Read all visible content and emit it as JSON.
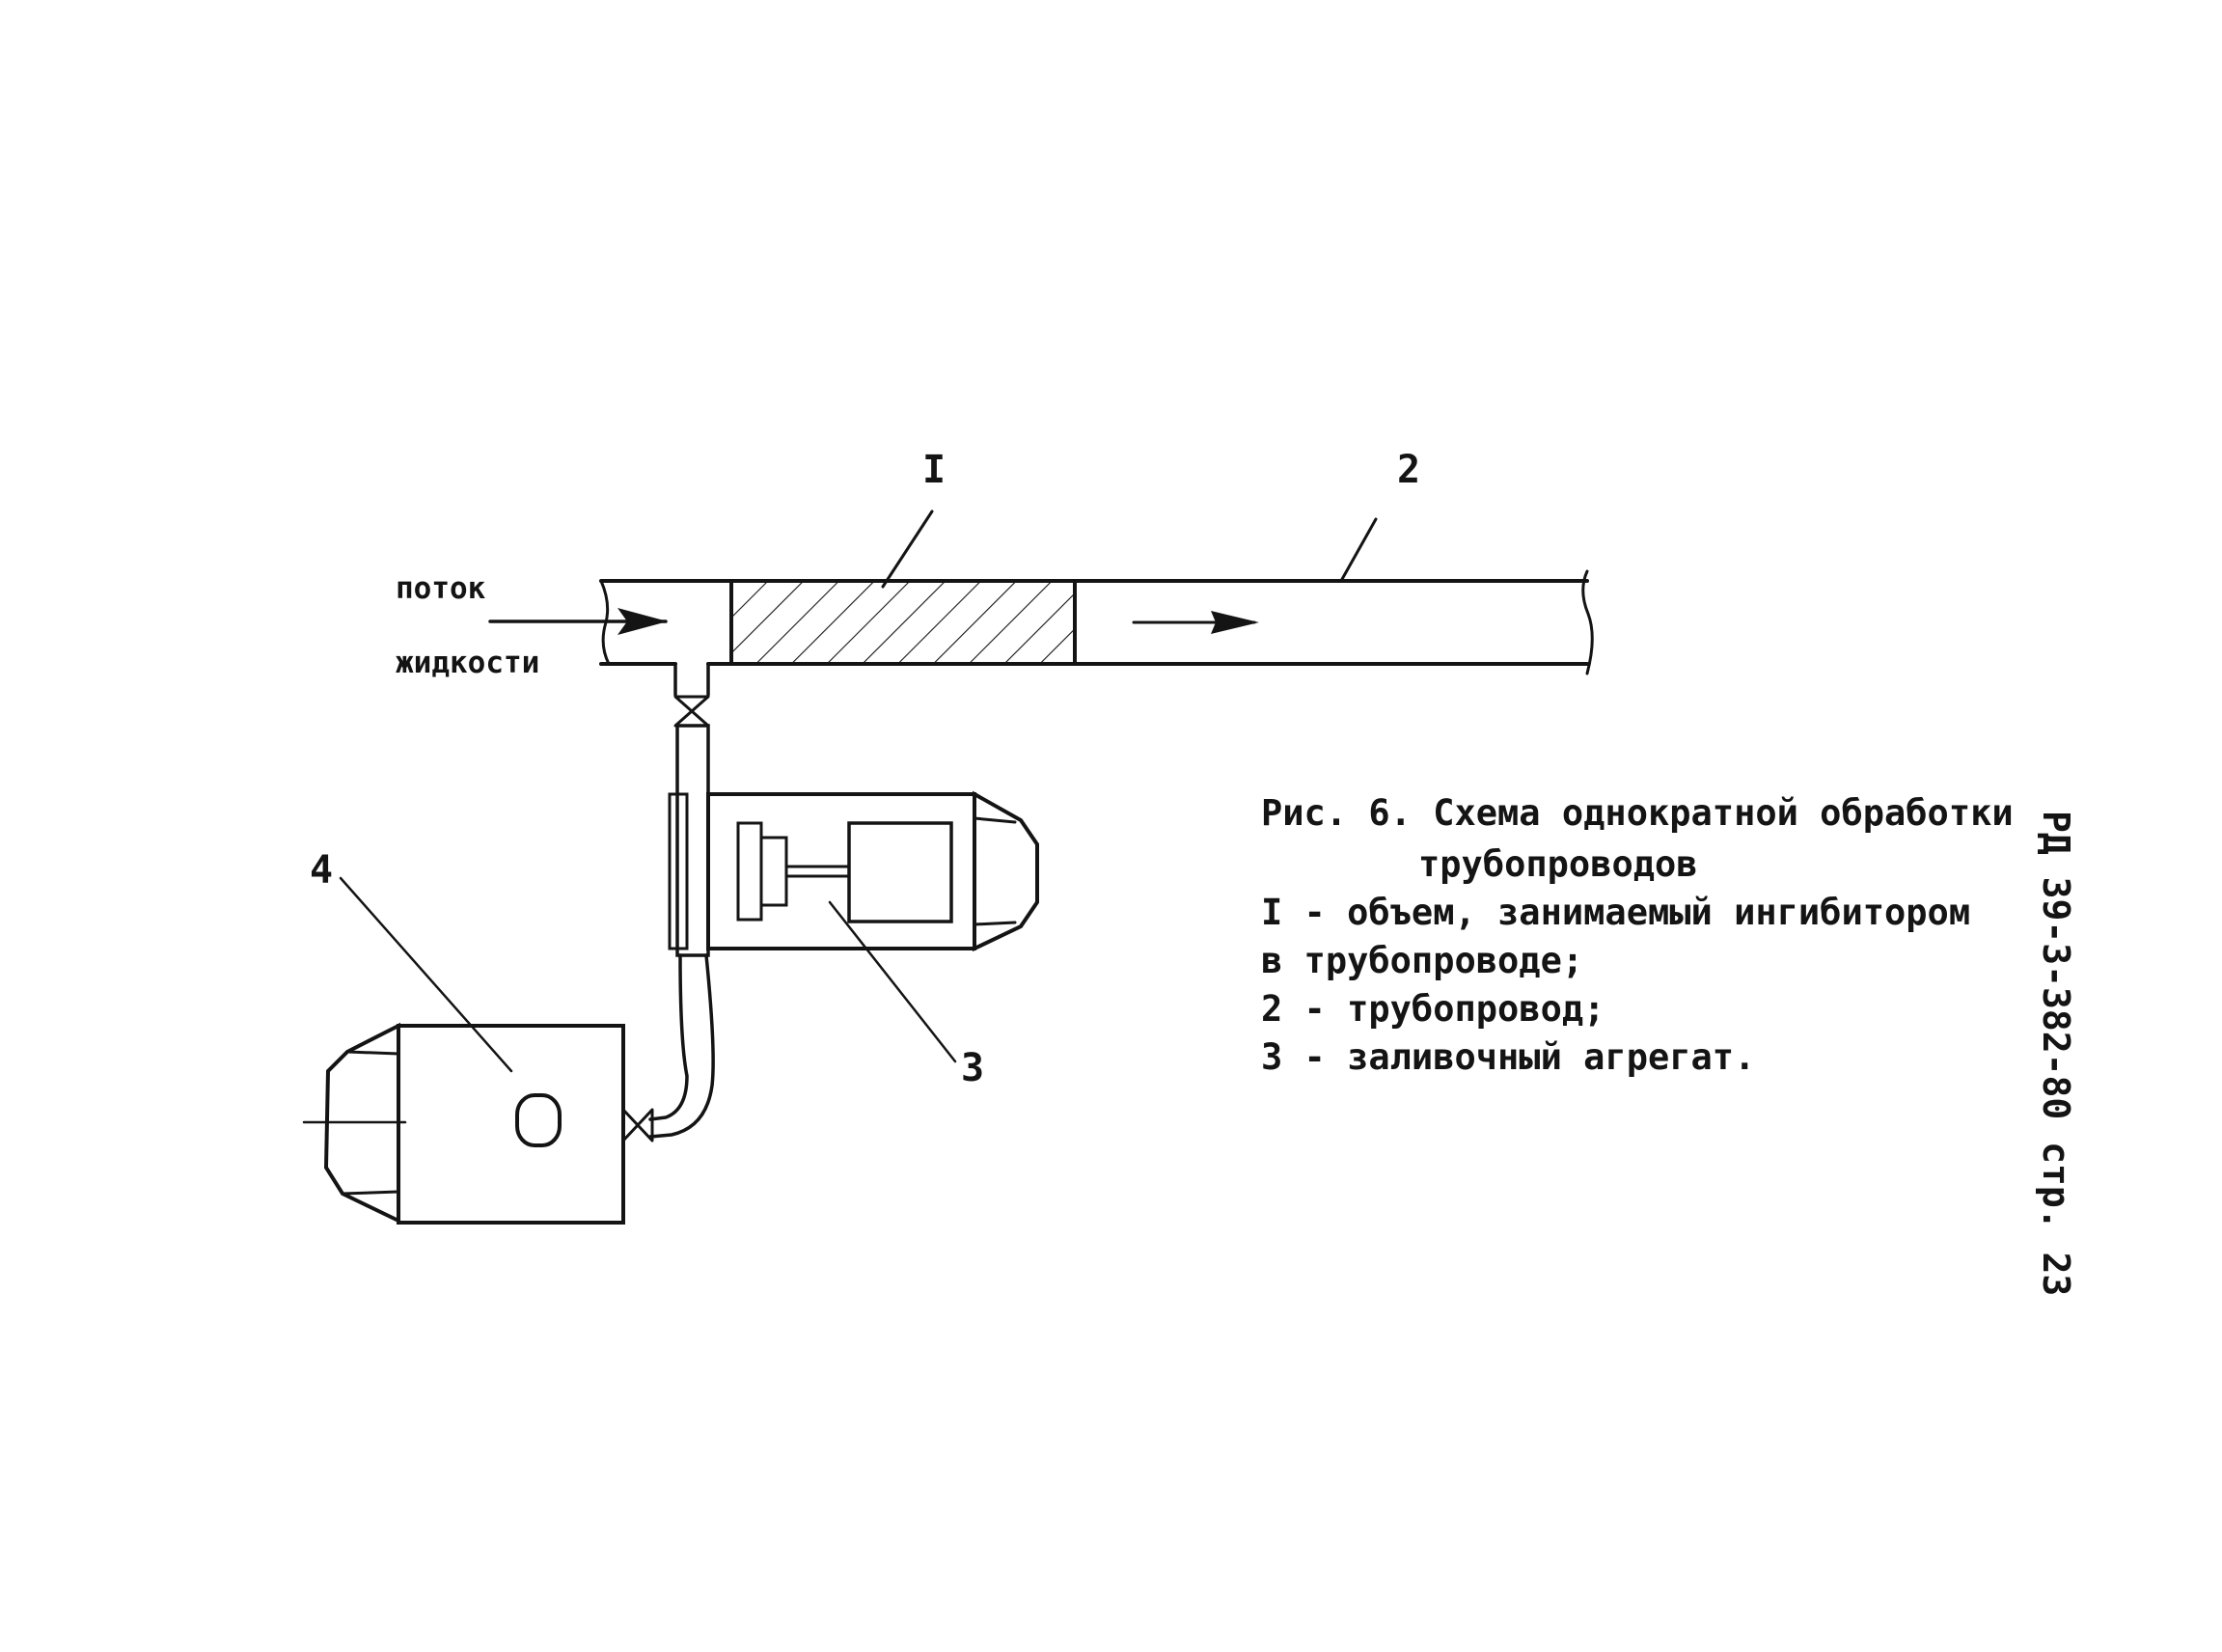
{
  "labels": {
    "num_1": "I",
    "num_2": "2",
    "num_3": "3",
    "num_4": "4",
    "flow_line1": "поток",
    "flow_line2": "жидкости"
  },
  "caption": {
    "title_line1": "Рис. 6. Схема однократной обработки",
    "title_line2": "трубопроводов",
    "legend": [
      "I - объем, занимаемый ингибитором",
      "в трубопроводе;",
      "2 - трубопровод;",
      "3 - заливочный агрегат."
    ]
  },
  "page_stamp": "РД 39-3-382-80  стр. 23"
}
